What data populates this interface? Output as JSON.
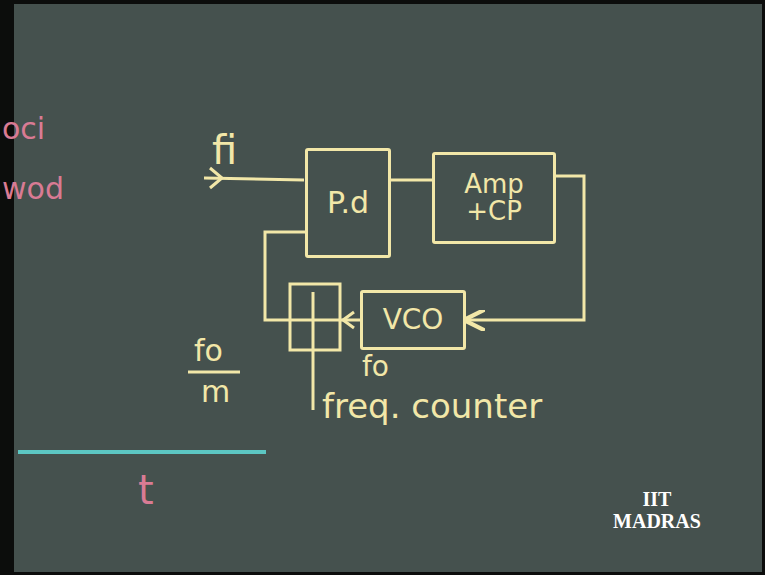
{
  "diagram": {
    "nodes": [
      {
        "text": [
          "P.d"
        ]
      },
      {
        "text": [
          "Amp +CP"
        ]
      },
      {
        "text": [
          "VCO"
        ]
      }
    ],
    "edges": [
      {
        "from": 0,
        "to": 1,
        "arrow": "none"
      },
      {
        "from": 1,
        "to": 2,
        "arrow": "to"
      },
      {
        "from": 2,
        "to": 0,
        "arrow": "none"
      }
    ],
    "labels": [
      "oci",
      "wod",
      "fi",
      "fo",
      "m",
      "fo",
      "freq. counter",
      "t",
      "IIT MADRAS"
    ]
  }
}
